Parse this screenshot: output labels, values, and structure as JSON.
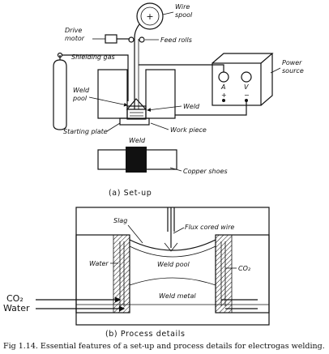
{
  "setup": {
    "wire_spool": [
      "Wire",
      "spool"
    ],
    "drive_motor": [
      "Drive",
      "motor"
    ],
    "feed_rolls": "Feed rolls",
    "shielding_gas": "Shielding gas",
    "power_source": [
      "Power",
      "source"
    ],
    "meter_a": "A",
    "meter_v": "V",
    "plus": "+",
    "minus": "−",
    "weld_pool": [
      "Weld",
      "pool"
    ],
    "weld_right": "Weld",
    "starting_plate": "Starting plate",
    "work_piece": "Work piece",
    "weld_bottom": "Weld",
    "copper_shoes": "Copper shoes",
    "caption": "(a)  Set-up"
  },
  "process": {
    "slag": "Slag",
    "flux_cored_wire": "Flux cored wire",
    "water_inner": "Water",
    "weld_pool": "Weld  pool",
    "co2_right": "CO₂",
    "co2_left": "CO₂",
    "water_left": "Water",
    "weld_metal": "Weld metal",
    "caption": "(b)  Process details"
  },
  "figure_caption": "Fig  1.14. Essential features of a set-up and process details for electrogas welding."
}
